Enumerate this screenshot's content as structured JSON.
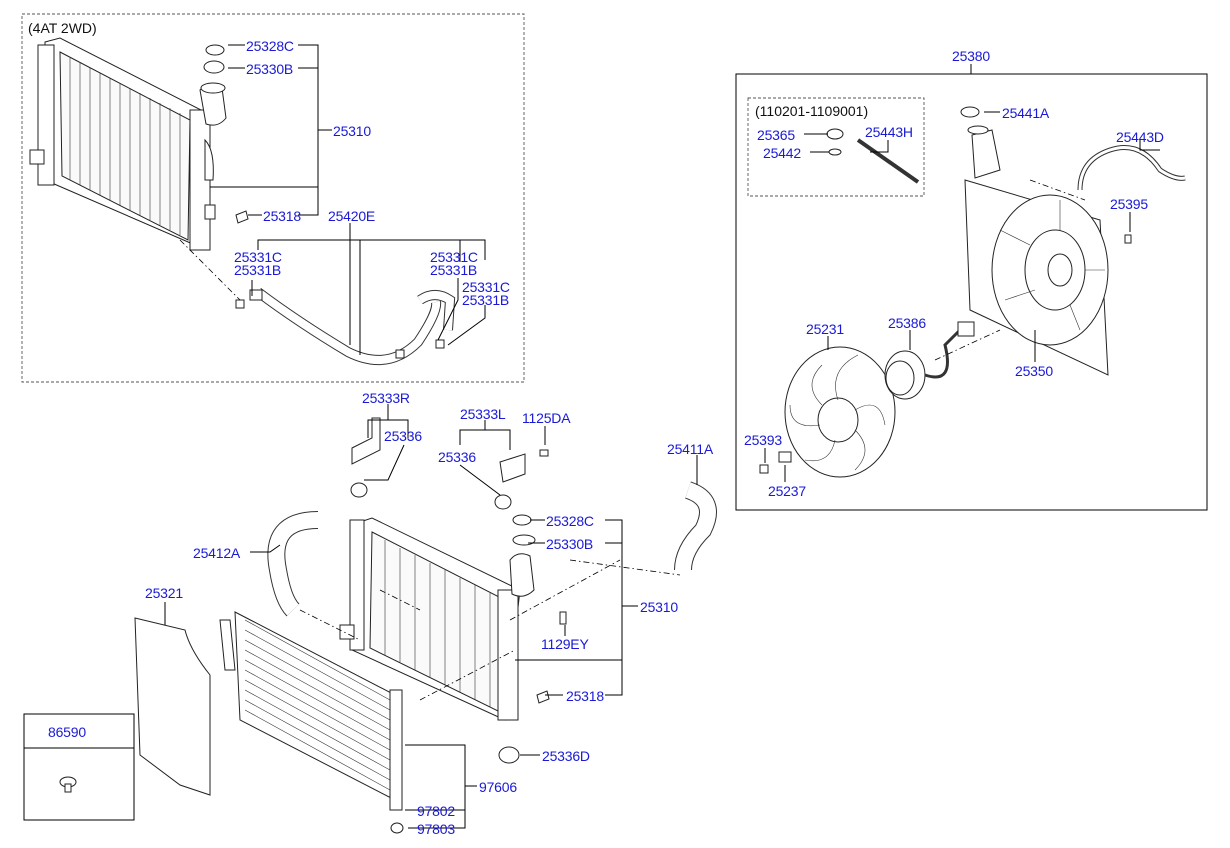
{
  "variant_note": "(4AT 2WD)",
  "sub_variant_note": "(110201-1109001)",
  "labels": {
    "p25328C_top": "25328C",
    "p25330B_top": "25330B",
    "p25310_top": "25310",
    "p25318_top": "25318",
    "p25420E": "25420E",
    "p25331C_a": "25331C",
    "p25331B_a": "25331B",
    "p25331C_b": "25331C",
    "p25331B_b": "25331B",
    "p25331C_c": "25331C",
    "p25331B_c": "25331B",
    "p25380": "25380",
    "p25441A": "25441A",
    "p25365": "25365",
    "p25443H": "25443H",
    "p25442": "25442",
    "p25443D": "25443D",
    "p25395": "25395",
    "p25231": "25231",
    "p25386": "25386",
    "p25350": "25350",
    "p25393": "25393",
    "p25237": "25237",
    "p25333R": "25333R",
    "p25333L": "25333L",
    "p1125DA": "1125DA",
    "p25336_a": "25336",
    "p25336_b": "25336",
    "p25411A": "25411A",
    "p25328C_mid": "25328C",
    "p25330B_mid": "25330B",
    "p25412A": "25412A",
    "p25310_mid": "25310",
    "p25321": "25321",
    "p1129EY": "1129EY",
    "p25318_mid": "25318",
    "p25336D": "25336D",
    "p86590": "86590",
    "p97606": "97606",
    "p97802": "97802",
    "p97803": "97803"
  },
  "colors": {
    "label": "#1a1ad6",
    "line": "#000000",
    "background": "#ffffff"
  }
}
